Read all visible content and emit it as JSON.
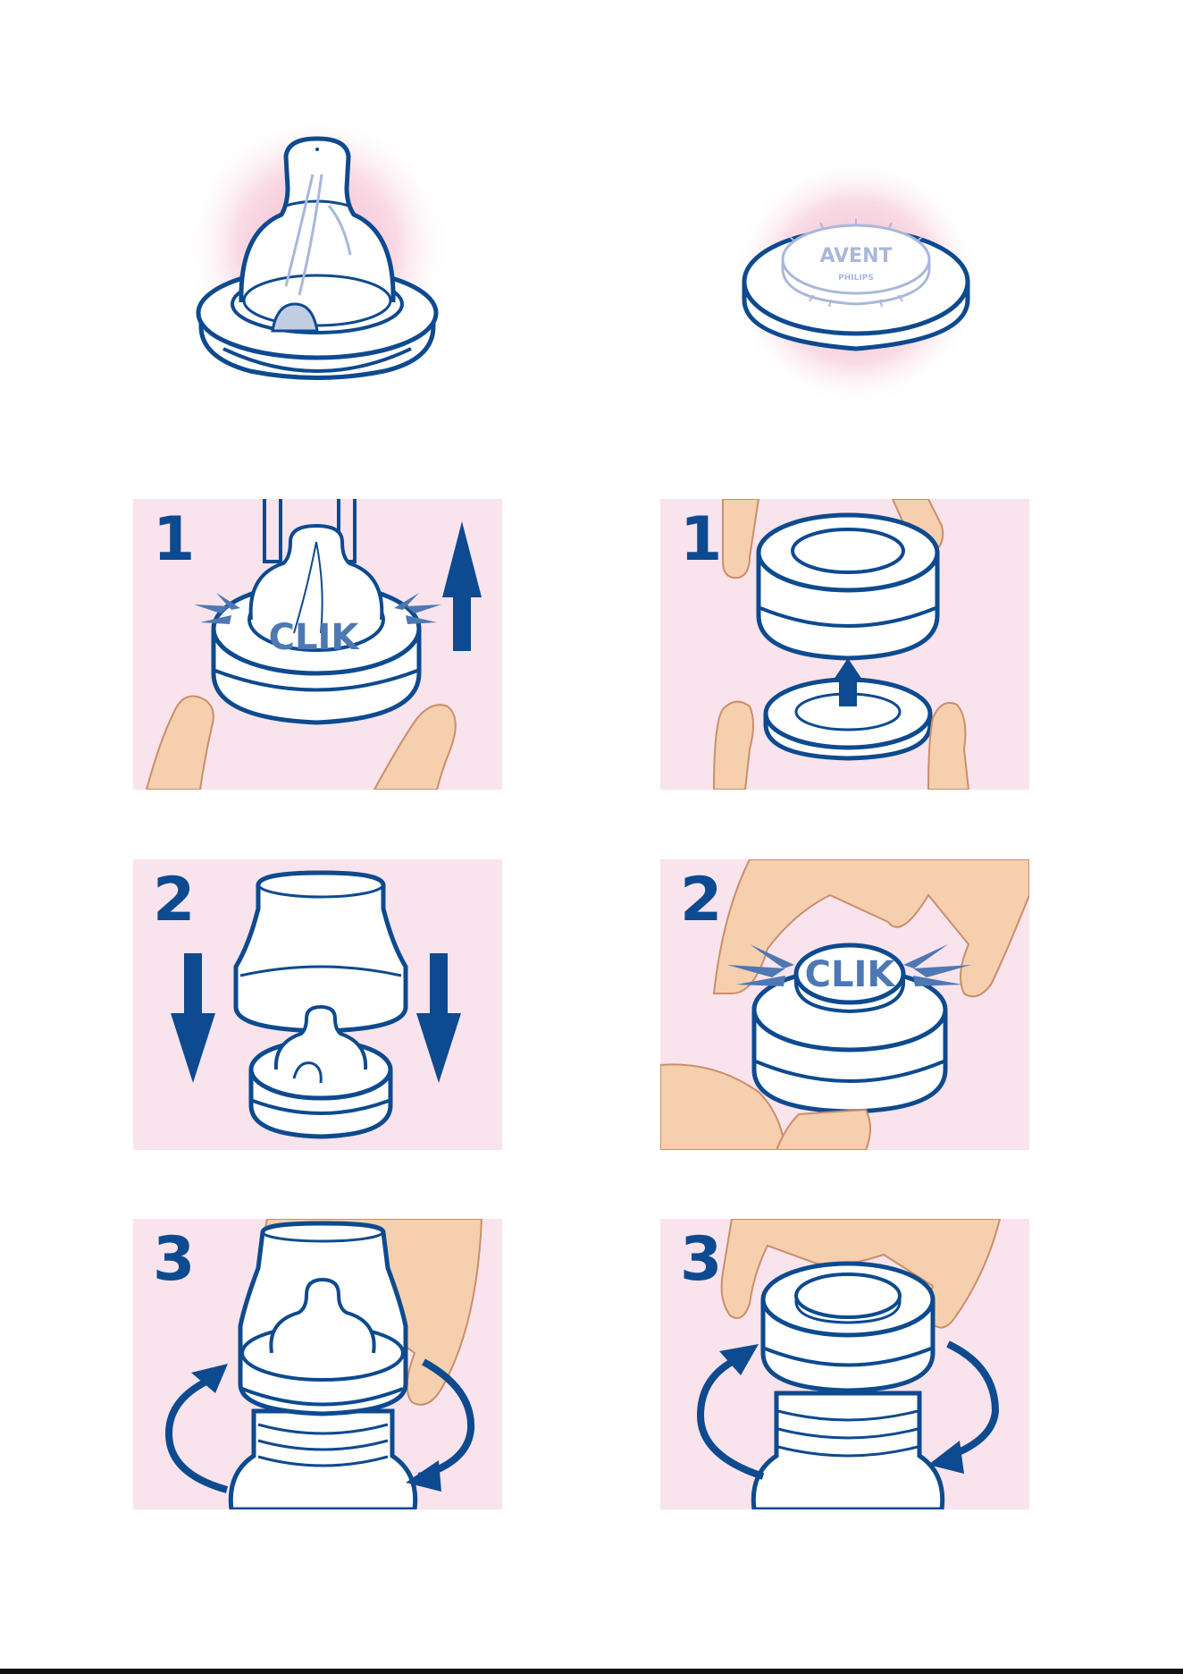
{
  "hero": {
    "brand_logo": "AVENT",
    "brand_sub": "PHILIPS"
  },
  "panels": [
    {
      "id": "teat-step-1",
      "step": "1",
      "label": "CLIK"
    },
    {
      "id": "cap-step-1",
      "step": "1"
    },
    {
      "id": "teat-step-2",
      "step": "2"
    },
    {
      "id": "cap-step-2",
      "step": "2",
      "label": "CLIK"
    },
    {
      "id": "teat-step-3",
      "step": "3"
    },
    {
      "id": "cap-step-3",
      "step": "3"
    }
  ],
  "colors": {
    "panel_bg": "#f9e3ec",
    "outline": "#0d4a8f",
    "arrow": "#0d4a8f",
    "burst": "#4d78b3",
    "skin": "#f6cfae",
    "skin_line": "#c98f6a"
  },
  "icons": [
    "up-arrow-icon",
    "down-arrow-icon",
    "rotate-arrow-icon",
    "click-burst-icon"
  ]
}
